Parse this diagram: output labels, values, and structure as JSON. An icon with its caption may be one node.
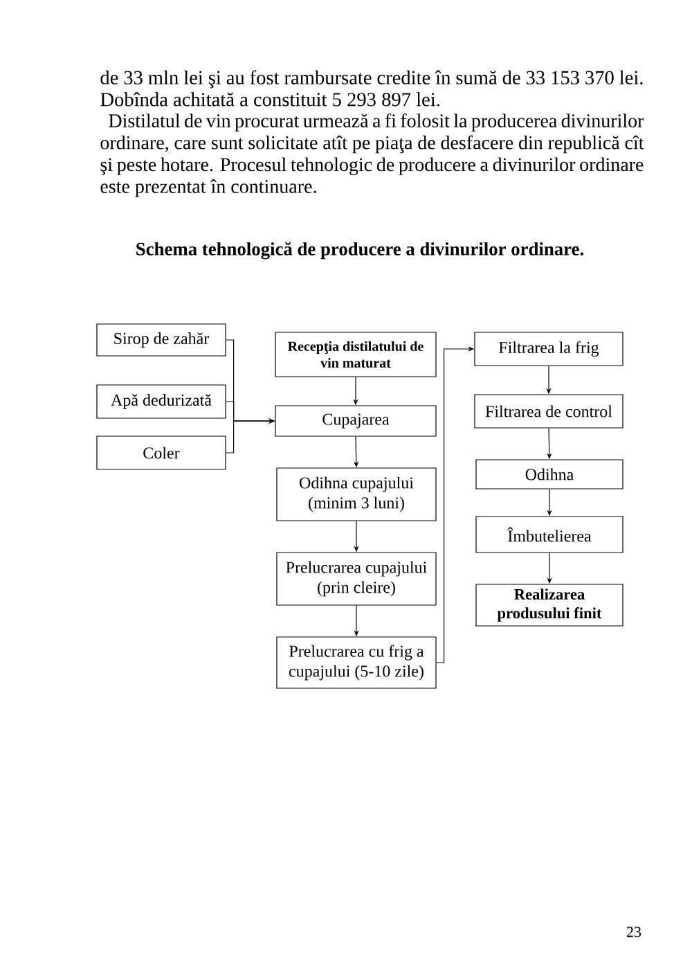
{
  "diagram": {
    "title": "Schema tehnologică de producere a divinurilor ordinare.",
    "nodes": [
      {
        "text": [
          "Sirop de zahăr"
        ]
      },
      {
        "text": [
          "Apă dedurizată"
        ]
      },
      {
        "text": [
          "Coler"
        ]
      },
      {
        "text": [
          "Recepţia distilatului de vin maturat"
        ]
      },
      {
        "text": [
          "Cupajarea"
        ]
      },
      {
        "text": [
          "Odihna cupajului (minim 3 luni)"
        ]
      },
      {
        "text": [
          "Prelucrarea cupajului (prin cleire)"
        ]
      },
      {
        "text": [
          "Prelucrarea cu frig a cupajului (5-10 zile)"
        ]
      },
      {
        "text": [
          "Filtrarea la frig"
        ]
      },
      {
        "text": [
          "Filtrarea de control"
        ]
      },
      {
        "text": [
          "Odihna"
        ]
      },
      {
        "text": [
          "Îmbutelierea"
        ]
      },
      {
        "text": [
          "Realizarea produsului finit"
        ]
      }
    ],
    "edges": [
      {
        "from": 0,
        "to": 4,
        "arrow": "to"
      },
      {
        "from": 1,
        "to": 4,
        "arrow": "to"
      },
      {
        "from": 2,
        "to": 4,
        "arrow": "to"
      },
      {
        "from": 3,
        "to": 4,
        "arrow": "to"
      },
      {
        "from": 4,
        "to": 5,
        "arrow": "to"
      },
      {
        "from": 5,
        "to": 6,
        "arrow": "to"
      },
      {
        "from": 6,
        "to": 7,
        "arrow": "to"
      },
      {
        "from": 7,
        "to": 8,
        "arrow": "to"
      },
      {
        "from": 8,
        "to": 9,
        "arrow": "to"
      },
      {
        "from": 9,
        "to": 10,
        "arrow": "to"
      },
      {
        "from": 10,
        "to": 11,
        "arrow": "to"
      },
      {
        "from": 11,
        "to": 12,
        "arrow": "to"
      }
    ],
    "labels": [
      "de 33 mln lei şi au fost rambursate credite în sumă de 33 153 370 lei. Dobînda achitată a constituit 5 293 897 lei.",
      "Distilatul de vin procurat urmează a fi folosit la producerea divinurilor ordinare, care sunt solicitate atît pe piaţa de desfacere din republică cît şi peste hotare. Procesul tehnologic de producere a divinurilor ordinare este prezentat în continuare.",
      "23"
    ]
  }
}
